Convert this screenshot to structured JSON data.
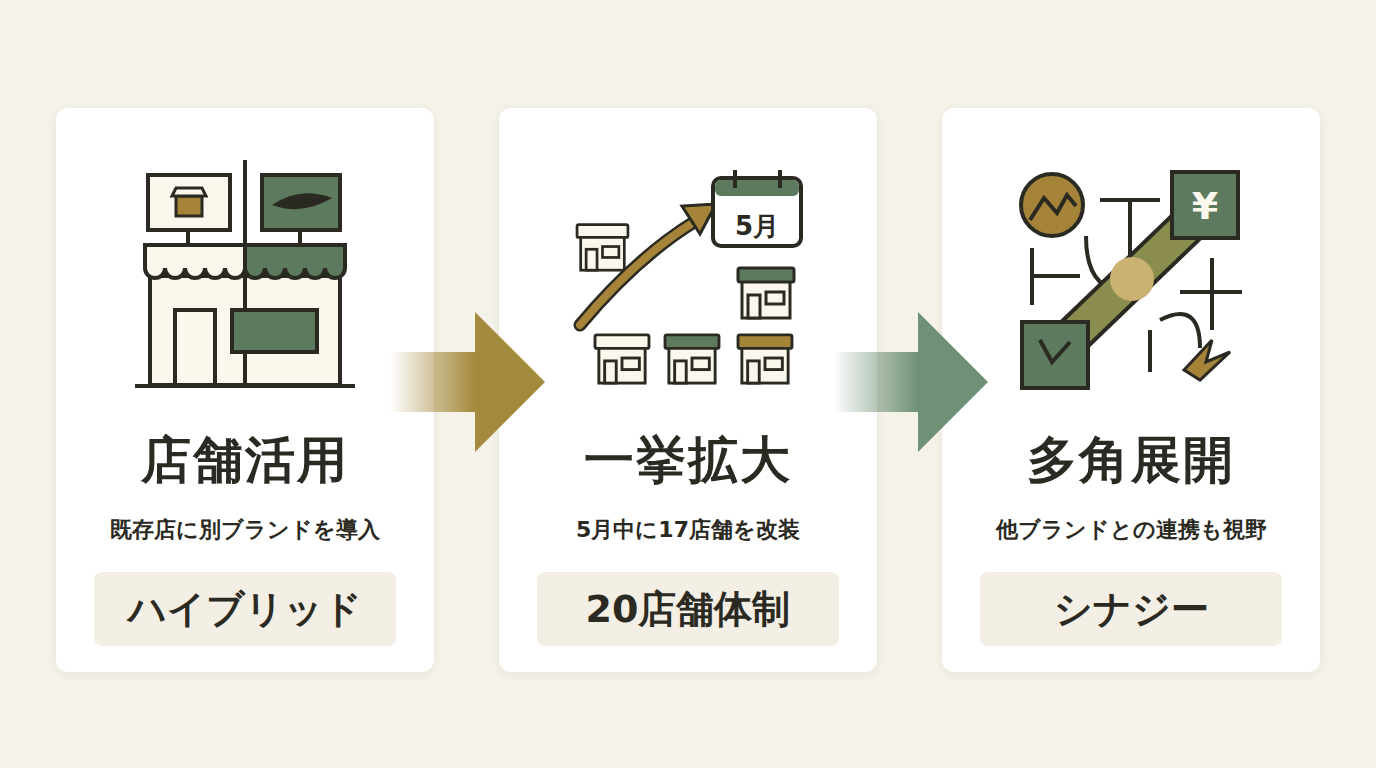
{
  "diagram": {
    "nodes": [
      {
        "text": [
          "店舗活用",
          "既存店に別ブランドを導入"
        ]
      },
      {
        "text": [
          "ハイブリッド"
        ],
        "in": 0
      },
      {
        "text": [
          "一挙拡大",
          "5月中に17店舗を改装"
        ]
      },
      {
        "text": [
          "20店舗体制"
        ],
        "in": 2
      },
      {
        "text": [
          "多角展開",
          "他ブランドとの連携も視野"
        ]
      },
      {
        "text": [
          "シナジー"
        ],
        "in": 4
      }
    ],
    "edges": [
      {
        "from": 0,
        "to": 2,
        "arrow": "to"
      },
      {
        "from": 2,
        "to": 4,
        "arrow": "to"
      }
    ],
    "labels": [
      "5月",
      "¥"
    ]
  }
}
